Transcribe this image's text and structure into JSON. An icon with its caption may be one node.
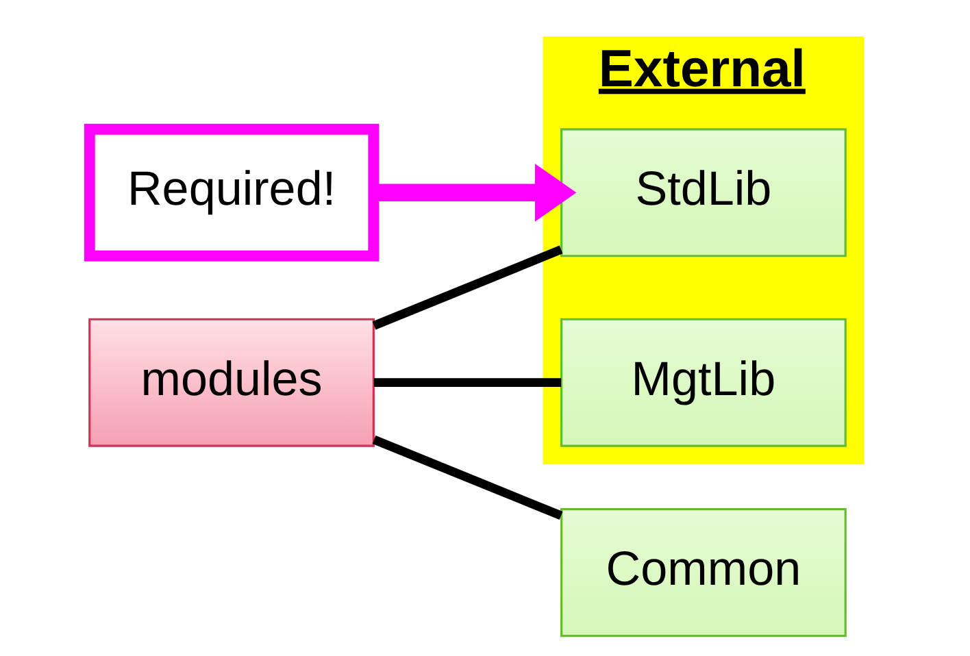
{
  "diagram": {
    "nodes": [
      {
        "text": [
          "External"
        ]
      },
      {
        "text": [
          "Required!"
        ]
      },
      {
        "text": [
          "StdLib"
        ],
        "in": 0
      },
      {
        "text": [
          "MgtLib"
        ],
        "in": 0
      },
      {
        "text": [
          "modules"
        ]
      },
      {
        "text": [
          "Common"
        ]
      }
    ],
    "edges": [
      {
        "from": 1,
        "to": 2,
        "arrow": "to",
        "style": "thick",
        "color": "#ff00ff"
      },
      {
        "from": 4,
        "to": 2,
        "arrow": "none"
      },
      {
        "from": 4,
        "to": 3,
        "arrow": "none"
      },
      {
        "from": 4,
        "to": 5,
        "arrow": "none"
      }
    ]
  }
}
